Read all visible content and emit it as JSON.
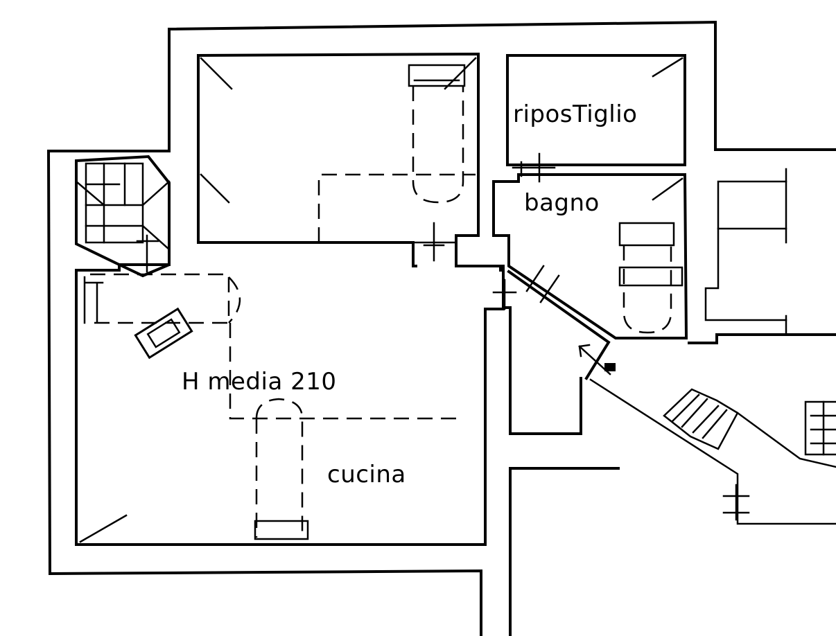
{
  "rooms": {
    "storage": "riposTiglio",
    "bathroom": "bagno",
    "height_note": "H media 210",
    "kitchen": "cucina"
  }
}
